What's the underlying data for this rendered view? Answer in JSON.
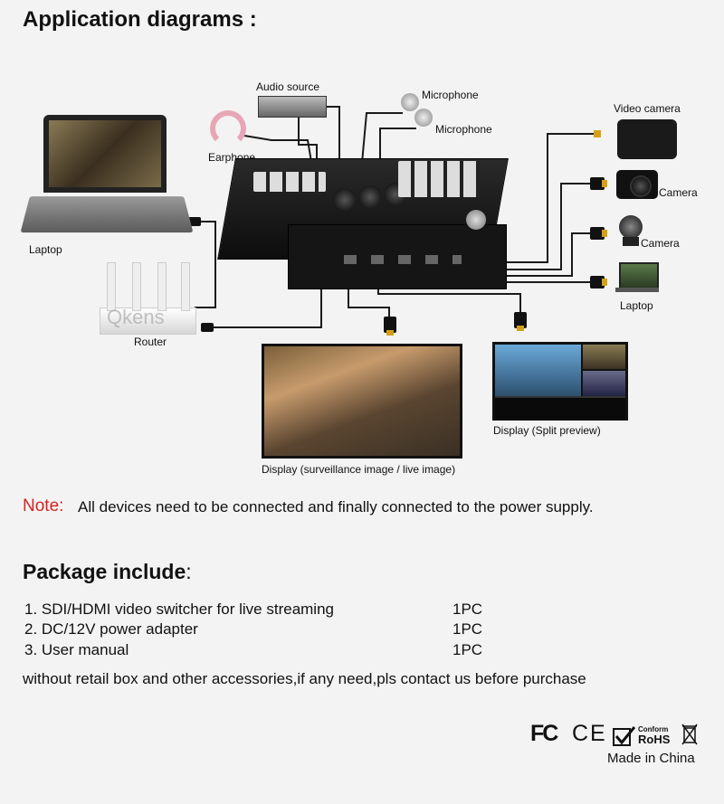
{
  "header": {
    "title": "Application diagrams :"
  },
  "diagram": {
    "audio_source": "Audio source",
    "microphone_1": "Microphone",
    "microphone_2": "Microphone",
    "earphone": "Earphone",
    "video_camera": "Video camera",
    "camera_1": "Camera",
    "camera_2": "Camera",
    "laptop_left": "Laptop",
    "laptop_right": "Laptop",
    "router": "Router",
    "router_brand": "Qkens",
    "display_live": "Display (surveillance image / live image)",
    "display_split": "Display (Split preview)"
  },
  "note": {
    "label": "Note:",
    "text": "All devices need to be connected and finally connected to the power supply."
  },
  "package": {
    "title": "Package include",
    "title_suffix": ":",
    "items": [
      {
        "name": "1. SDI/HDMI video switcher for live streaming",
        "qty": "1PC"
      },
      {
        "name": "2. DC/12V power adapter",
        "qty": "1PC"
      },
      {
        "name": "3. User manual",
        "qty": "1PC"
      }
    ],
    "footer": "without retail box and other accessories,if any need,pls contact us before purchase"
  },
  "certs": {
    "fc": "FC",
    "ce": "CE",
    "rohs_small": "Conform",
    "rohs": "RoHS",
    "made_in": "Made in China"
  }
}
